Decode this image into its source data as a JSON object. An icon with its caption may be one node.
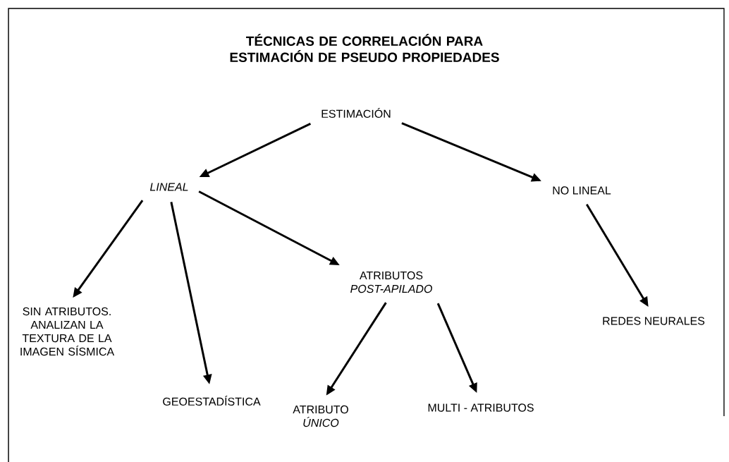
{
  "diagram": {
    "title": "TÉCNICAS DE CORRELACIÓN PARA ESTIMACIÓN DE PSEUDO PROPIEDADES",
    "nodes": [
      {
        "text": [
          "ESTIMACIÓN"
        ]
      },
      {
        "text": [
          "LINEAL"
        ]
      },
      {
        "text": [
          "NO LINEAL"
        ]
      },
      {
        "text": [
          "SIN ATRIBUTOS. ANALIZAN LA TEXTURA DE LA IMAGEN SÍSMICA"
        ]
      },
      {
        "text": [
          "GEOESTADÍSTICA"
        ]
      },
      {
        "text": [
          "ATRIBUTOS",
          "POST-APILADO"
        ]
      },
      {
        "text": [
          "REDES NEURALES"
        ]
      },
      {
        "text": [
          "ATRIBUTO",
          "ÚNICO"
        ]
      },
      {
        "text": [
          "MULTI -   ATRIBUTOS"
        ]
      }
    ],
    "edges": [
      {
        "from": 0,
        "to": 1,
        "arrow": "to"
      },
      {
        "from": 0,
        "to": 2,
        "arrow": "to"
      },
      {
        "from": 1,
        "to": 3,
        "arrow": "to"
      },
      {
        "from": 1,
        "to": 4,
        "arrow": "to"
      },
      {
        "from": 1,
        "to": 5,
        "arrow": "to"
      },
      {
        "from": 2,
        "to": 6,
        "arrow": "to"
      },
      {
        "from": 5,
        "to": 7,
        "arrow": "to"
      },
      {
        "from": 5,
        "to": 8,
        "arrow": "to"
      }
    ]
  }
}
